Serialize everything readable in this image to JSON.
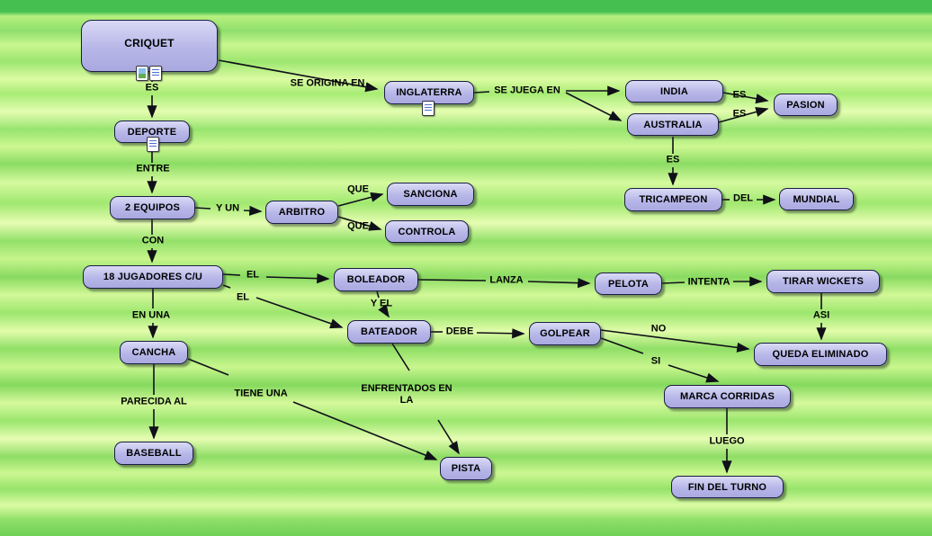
{
  "colors": {
    "node_fill": "#b6b6e8",
    "node_border": "#1c1c46",
    "background_green": "#9ce66f",
    "connector": "#101018",
    "text": "#000000"
  },
  "nodes": {
    "criquet": "CRIQUET",
    "inglaterra": "INGLATERRA",
    "india": "INDIA",
    "australia": "AUSTRALIA",
    "pasion": "PASION",
    "deporte": "DEPORTE",
    "tricampeon": "TRICAMPEON",
    "mundial": "MUNDIAL",
    "dos_equipos": "2 EQUIPOS",
    "arbitro": "ARBITRO",
    "sanciona": "SANCIONA",
    "controla": "CONTROLA",
    "jugadores": "18 JUGADORES C/U",
    "boleador": "BOLEADOR",
    "pelota": "PELOTA",
    "tirar_wickets": "TIRAR WICKETS",
    "bateador": "BATEADOR",
    "golpear": "GOLPEAR",
    "queda_eliminado": "QUEDA ELIMINADO",
    "cancha": "CANCHA",
    "marca_corridas": "MARCA CORRIDAS",
    "baseball": "BASEBALL",
    "pista": "PISTA",
    "fin_del_turno": "FIN DEL TURNO"
  },
  "edges": [
    {
      "from": "CRIQUET",
      "label": "ES",
      "to": [
        "DEPORTE"
      ]
    },
    {
      "from": "CRIQUET",
      "label": "SE ORIGINA EN",
      "to": [
        "INGLATERRA"
      ]
    },
    {
      "from": "INGLATERRA",
      "label": "SE JUEGA EN",
      "to": [
        "INDIA",
        "AUSTRALIA"
      ]
    },
    {
      "from": "INDIA",
      "label": "ES",
      "to": [
        "PASION"
      ]
    },
    {
      "from": "AUSTRALIA",
      "label": "ES",
      "to": [
        "PASION"
      ]
    },
    {
      "from": "AUSTRALIA",
      "label": "ES",
      "to": [
        "TRICAMPEON"
      ]
    },
    {
      "from": "TRICAMPEON",
      "label": "DEL",
      "to": [
        "MUNDIAL"
      ]
    },
    {
      "from": "DEPORTE",
      "label": "ENTRE",
      "to": [
        "2 EQUIPOS"
      ]
    },
    {
      "from": "2 EQUIPOS",
      "label": "Y UN",
      "to": [
        "ARBITRO"
      ]
    },
    {
      "from": "ARBITRO",
      "label": "QUE",
      "to": [
        "SANCIONA"
      ]
    },
    {
      "from": "ARBITRO",
      "label": "QUE",
      "to": [
        "CONTROLA"
      ]
    },
    {
      "from": "2 EQUIPOS",
      "label": "CON",
      "to": [
        "18 JUGADORES C/U"
      ]
    },
    {
      "from": "18 JUGADORES C/U",
      "label": "EL",
      "to": [
        "BOLEADOR"
      ]
    },
    {
      "from": "18 JUGADORES C/U",
      "label": "EL",
      "to": [
        "BATEADOR"
      ]
    },
    {
      "from": "BOLEADOR",
      "label": "Y EL",
      "to": [
        "BATEADOR"
      ]
    },
    {
      "from": "BOLEADOR",
      "label": "LANZA",
      "to": [
        "PELOTA"
      ]
    },
    {
      "from": "PELOTA",
      "label": "INTENTA",
      "to": [
        "TIRAR WICKETS"
      ]
    },
    {
      "from": "TIRAR WICKETS",
      "label": "ASI",
      "to": [
        "QUEDA ELIMINADO"
      ]
    },
    {
      "from": "BATEADOR",
      "label": "DEBE",
      "to": [
        "GOLPEAR"
      ]
    },
    {
      "from": "GOLPEAR",
      "label": "NO",
      "to": [
        "QUEDA ELIMINADO"
      ]
    },
    {
      "from": "GOLPEAR",
      "label": "SI",
      "to": [
        "MARCA CORRIDAS"
      ]
    },
    {
      "from": "18 JUGADORES C/U",
      "label": "EN UNA",
      "to": [
        "CANCHA"
      ]
    },
    {
      "from": "CANCHA",
      "label": "PARECIDA AL",
      "to": [
        "BASEBALL"
      ]
    },
    {
      "from": "CANCHA",
      "label": "TIENE UNA",
      "to": [
        "PISTA"
      ]
    },
    {
      "from": "BATEADOR",
      "label": "ENFRENTADOS EN LA",
      "to": [
        "PISTA"
      ]
    },
    {
      "from": "MARCA CORRIDAS",
      "label": "LUEGO",
      "to": [
        "FIN DEL TURNO"
      ]
    }
  ],
  "icons": {
    "criquet": [
      "image-resource-icon",
      "document-resource-icon"
    ],
    "deporte": [
      "document-resource-icon"
    ],
    "inglaterra": [
      "document-resource-icon"
    ]
  }
}
